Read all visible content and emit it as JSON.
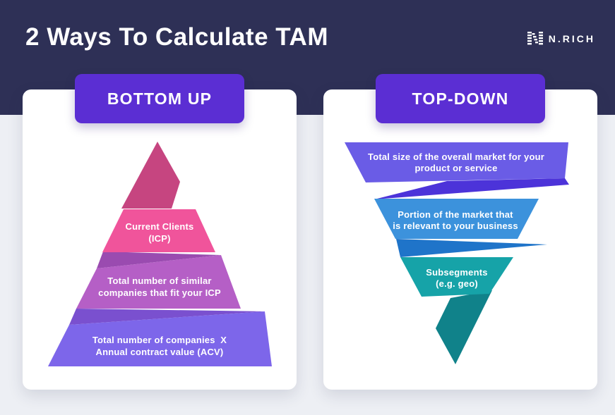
{
  "header": {
    "title": "2 Ways To Calculate TAM",
    "brand": "N.RICH"
  },
  "colors": {
    "navy_header": "#2e3056",
    "page_bg": "#edeff4",
    "card_bg": "#ffffff",
    "badge_purple": "#5b2ed3",
    "text_white": "#ffffff",
    "pyramid_top": "#c64580",
    "pyramid_pink": "#f0549b",
    "pyramid_fold1": "#9a4bb0",
    "pyramid_orchid": "#b55fc6",
    "pyramid_fold2": "#7a50cf",
    "pyramid_periwinkle": "#7d66ea",
    "funnel_top": "#6a5ce6",
    "funnel_fold1": "#4c33d9",
    "funnel_blue": "#3c92dc",
    "funnel_fold2": "#1f74c9",
    "funnel_teal": "#16a3a8",
    "funnel_tail": "#10828a"
  },
  "cards": [
    {
      "badge": "BOTTOM UP",
      "segments": [
        {
          "lines": [
            "Current Clients",
            "(ICP)"
          ]
        },
        {
          "lines": [
            "Total number of similar",
            "companies that fit your ICP"
          ]
        },
        {
          "lines": [
            "Total number of companies  X",
            "Annual contract value (ACV)"
          ]
        }
      ]
    },
    {
      "badge": "TOP-DOWN",
      "segments": [
        {
          "lines": [
            "Total size of the overall market for your",
            "product or service"
          ]
        },
        {
          "lines": [
            "Portion of the market that",
            "is relevant to your business"
          ]
        },
        {
          "lines": [
            "Subsegments",
            "(e.g. geo)"
          ]
        }
      ]
    }
  ]
}
